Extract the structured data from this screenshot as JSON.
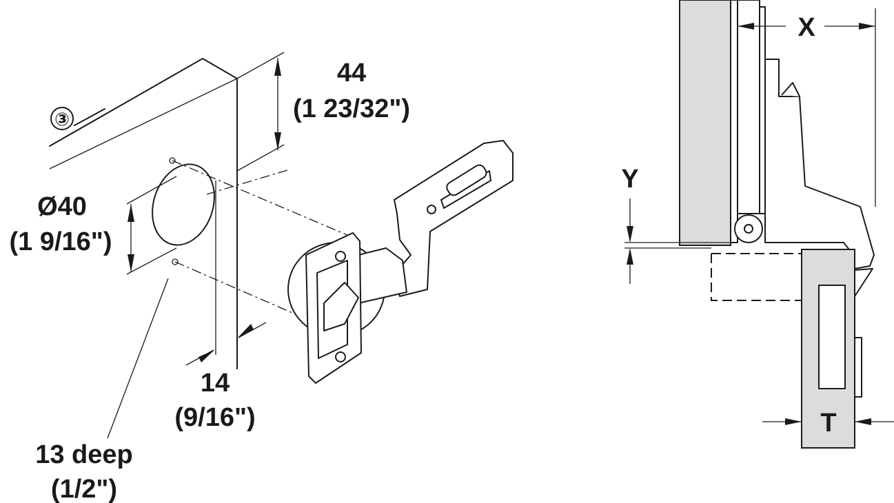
{
  "colors": {
    "line": "#1a1a1a",
    "panel_fill": "#dcdcdc",
    "background": "#ffffff"
  },
  "left_drawing": {
    "item_marker": "③",
    "dim_height": {
      "metric": "44",
      "imperial": "(1 23/32\")"
    },
    "dim_diameter": {
      "metric": "Ø40",
      "imperial": "(1 9/16\")"
    },
    "dim_edge": {
      "metric": "14",
      "imperial": "(9/16\")"
    },
    "dim_depth": {
      "metric": "13 deep",
      "imperial": "(1/2\")"
    }
  },
  "right_drawing": {
    "label_x": "X",
    "label_y": "Y",
    "label_t": "T"
  }
}
